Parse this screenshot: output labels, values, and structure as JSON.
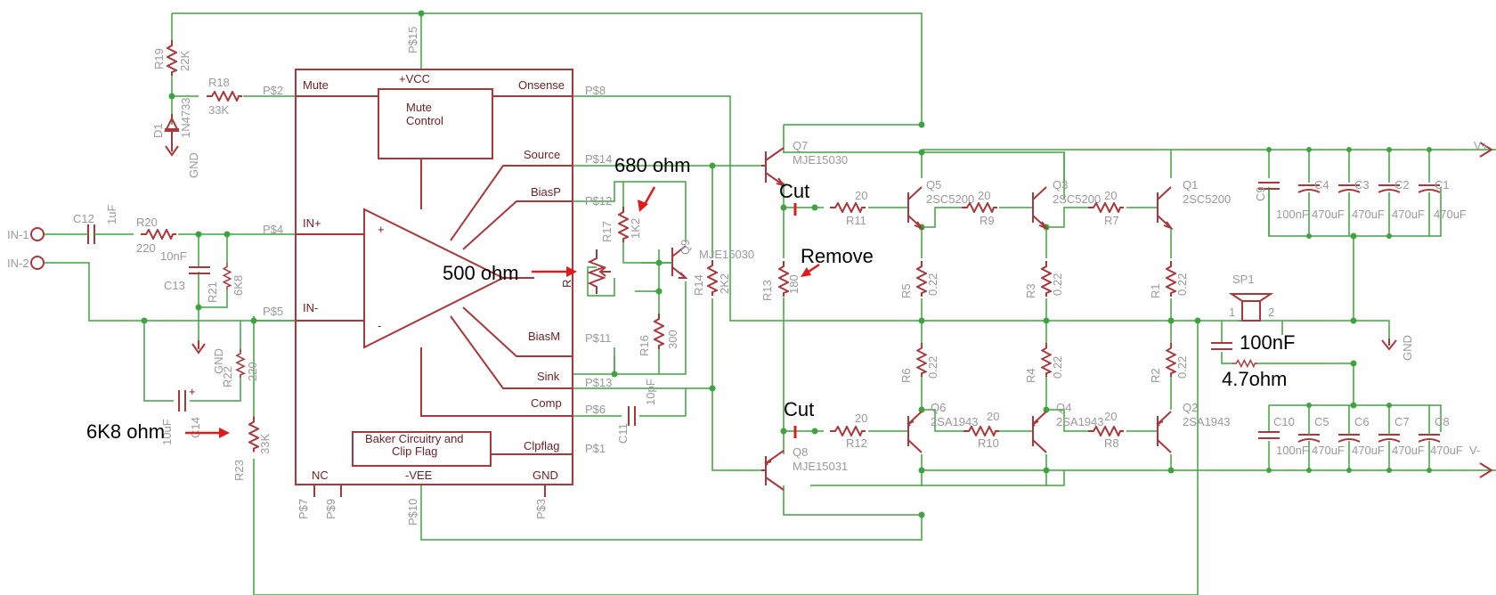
{
  "chip": {
    "pins": {
      "vcc": "+VCC",
      "mute": "Mute",
      "onsense": "Onsense",
      "source": "Source",
      "biasp": "BiasP",
      "inp": "IN+",
      "inm": "IN-",
      "biasm": "BiasM",
      "sink": "Sink",
      "comp": "Comp",
      "clipflag": "Clpflag",
      "nc": "NC",
      "vee": "-VEE",
      "gnd": "GND",
      "r": "R",
      "plus": "+",
      "minus": "-"
    },
    "mute_control": [
      "Mute",
      "Control"
    ],
    "baker": [
      "Baker  Circuitry and",
      "Clip Flag"
    ],
    "pads": {
      "p15": "P$15",
      "p2": "P$2",
      "p8": "P$8",
      "p14": "P$14",
      "p12": "P$12",
      "p4": "P$4",
      "p5": "P$5",
      "p11": "P$11",
      "p13": "P$13",
      "p6": "P$6",
      "p1": "P$1",
      "p7": "P$7",
      "p9": "P$9",
      "p10": "P$10",
      "p3": "P$3"
    }
  },
  "inputs": {
    "in1": "IN-1",
    "in2": "IN-2"
  },
  "components": {
    "r19": "R19",
    "r19v": "22K",
    "r18": "R18",
    "r18v": "33K",
    "d1": "D1",
    "d1v": "1N4733",
    "gnd1": "GND",
    "c12": "C12",
    "c12v": "1uF",
    "r20": "R20",
    "r20v": "220",
    "c13v": "10nF",
    "c13": "C13",
    "r21": "R21",
    "r21v": "6K8",
    "gnd2": "GND",
    "r22": "R22",
    "r22v": "220",
    "c14": "C14",
    "c14v": "10uF",
    "r23": "R23",
    "r23v": "33K",
    "r17": "R17",
    "r17v": "1K2",
    "r16": "R16",
    "r16v": "300",
    "c11": "C11",
    "c11v": "10pF",
    "q9": "Q9",
    "q9v": "MJE15030",
    "r14": "R14",
    "r14v": "2K2",
    "q7": "Q7",
    "q7v": "MJE15030",
    "q8": "Q8",
    "q8v": "MJE15031",
    "r13": "R13",
    "r13v": "180",
    "r11": "R11",
    "r11v": "20",
    "r12": "R12",
    "r12v": "20",
    "q5": "Q5",
    "q5v": "2SC5200",
    "q3": "Q3",
    "q3v": "2SC5200",
    "q1": "Q1",
    "q1v": "2SC5200",
    "q6": "Q6",
    "q6v": "2SA1943",
    "q4": "Q4",
    "q4v": "2SA1943",
    "q2": "Q2",
    "q2v": "2SA1943",
    "r9": "R9",
    "r9v": "20",
    "r7": "R7",
    "r7v": "20",
    "r10": "R10",
    "r10v": "20",
    "r8": "R8",
    "r8v": "20",
    "r5": "R5",
    "r5v": "0.22",
    "r3": "R3",
    "r3v": "0.22",
    "r1": "R1",
    "r1v": "0.22",
    "r6": "R6",
    "r6v": "0.22",
    "r4": "R4",
    "r4v": "0.22",
    "r2": "R2",
    "r2v": "0.22",
    "sp1": "SP1",
    "sp_pin1": "1",
    "sp_pin2": "2",
    "c9": "C9",
    "c9v": "100nF",
    "c4": "C4",
    "c4v": "470uF",
    "c3": "C3",
    "c3v": "470uF",
    "c2": "C2",
    "c2v": "470uF",
    "c1": "C1",
    "c1v": "470uF",
    "c10": "C10",
    "c10v": "100nF",
    "c5": "C5",
    "c5v": "470uF",
    "c6": "C6",
    "c6v": "470uF",
    "c7": "C7",
    "c7v": "470uF",
    "c8": "C8",
    "c8v": "470uF",
    "vplus": "V+",
    "vminus": "V-",
    "gnd3": "GND"
  },
  "annotations": {
    "a680": "680 ohm",
    "a500": "500 ohm",
    "a6k8": "6K8 ohm",
    "cut1": "Cut",
    "cut2": "Cut",
    "remove": "Remove",
    "a100nf": "100nF",
    "a47": "4.7ohm"
  },
  "colors": {
    "wire": "#3fa33f",
    "part": "#a8383b",
    "label": "#9a9a9a",
    "annotation": "#000000",
    "arrow": "#e01b1b"
  }
}
